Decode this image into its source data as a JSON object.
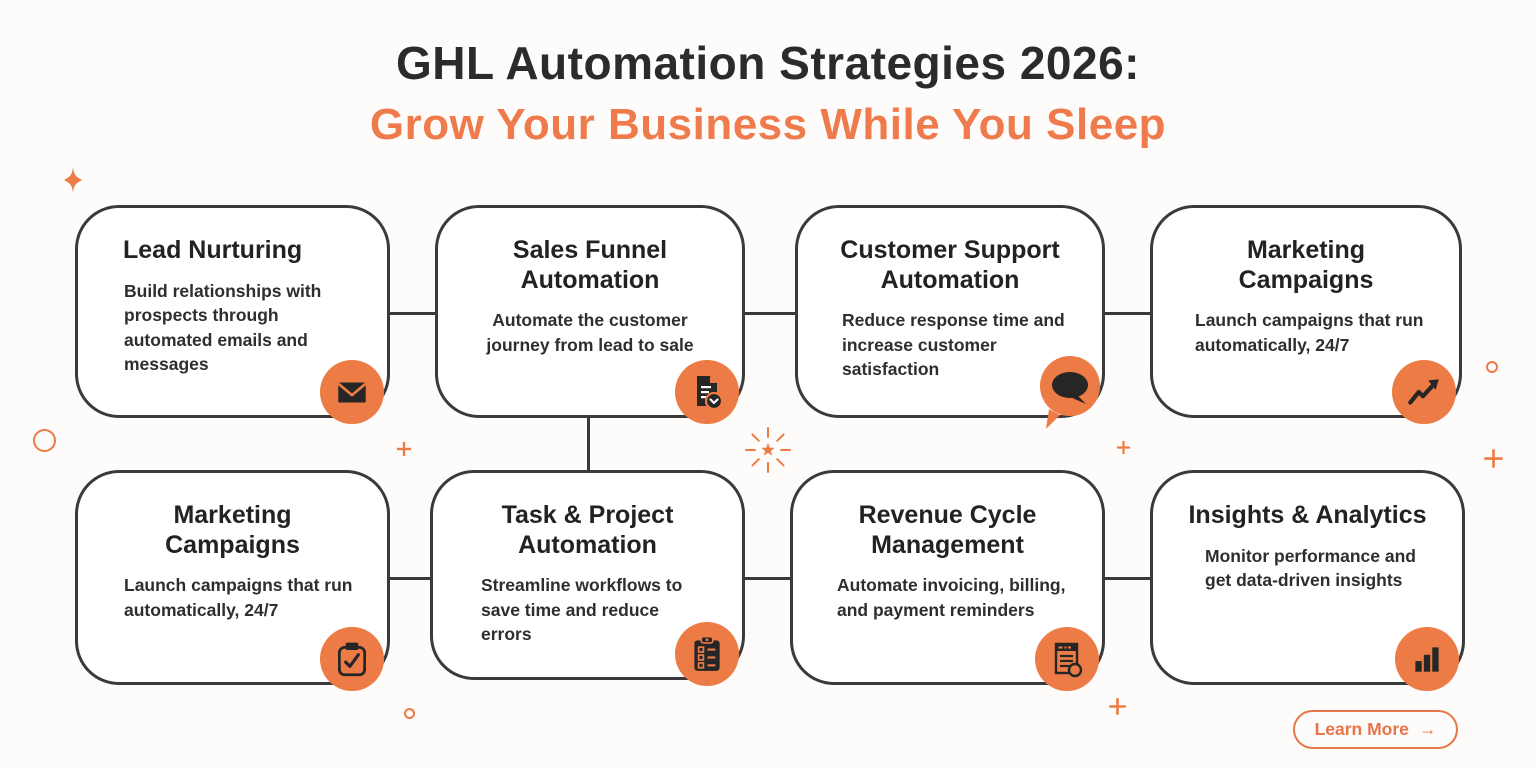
{
  "page": {
    "title_line1": "GHL Automation Strategies 2026:",
    "title_line2": "Grow Your Business While You Sleep",
    "colors": {
      "accent_orange": "#ED7B45",
      "title_dark": "#2B2B2B",
      "card_border": "#3A3A3A",
      "background": "#FDFCFA"
    }
  },
  "cards": [
    {
      "title": "Lead Nurturing",
      "body": "Build relationships with prospects through automated emails and messages",
      "icon": "envelope-icon"
    },
    {
      "title": "Sales Funnel Automation",
      "body": "Automate the customer journey from lead to sale",
      "icon": "document-check-icon"
    },
    {
      "title": "Customer Support Automation",
      "body": "Reduce response time and increase customer satisfaction",
      "icon": "chat-bubble-icon"
    },
    {
      "title": "Marketing Campaigns",
      "body": "Launch campaigns that run automatically, 24/7",
      "icon": "trending-up-icon"
    },
    {
      "title": "Marketing Campaigns",
      "body": "Launch campaigns that run automatically, 24/7",
      "icon": "clipboard-check-icon"
    },
    {
      "title": "Task & Project Automation",
      "body": "Streamline workflows to save time and reduce errors",
      "icon": "checklist-icon"
    },
    {
      "title": "Revenue Cycle Management",
      "body": "Automate invoicing, billing, and payment reminders",
      "icon": "invoice-icon"
    },
    {
      "title": "Insights & Analytics",
      "body": "Monitor performance and get data-driven insights",
      "icon": "bar-chart-icon"
    }
  ],
  "cta": {
    "label": "Learn More",
    "arrow": "→"
  }
}
